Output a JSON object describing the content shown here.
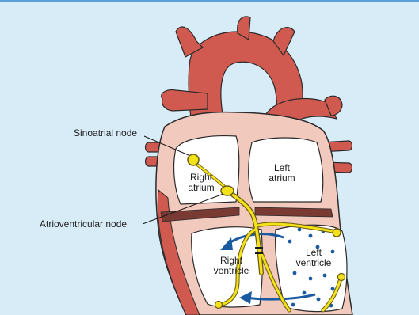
{
  "labels": {
    "sinoatrial_node": "Sinoatrial node",
    "atrioventricular_node": "Atrioventricular node",
    "right_atrium": [
      "Right",
      "atrium"
    ],
    "left_atrium": [
      "Left",
      "atrium"
    ],
    "right_ventricle": [
      "Right",
      "ventricle"
    ],
    "left_ventricle": [
      "Left",
      "ventricle"
    ]
  },
  "colors": {
    "background": "#d8ecf8",
    "border_top": "#5aa0d8",
    "heart_red": "#d05a50",
    "heart_outline": "#2a2a2a",
    "heart_wall": "#f2c9bd",
    "septum_band": "#7a3a34",
    "chamber": "#ffffff",
    "conduction_yellow": "#f3e21a",
    "conduction_outline": "#6b5a10",
    "arrow_blue": "#1a5aa0",
    "dots_blue": "#1a5aa0"
  },
  "icons": {
    "blood_flow_arrows": "curved-arrow-icon",
    "electrical_dots": "dot-pattern"
  }
}
